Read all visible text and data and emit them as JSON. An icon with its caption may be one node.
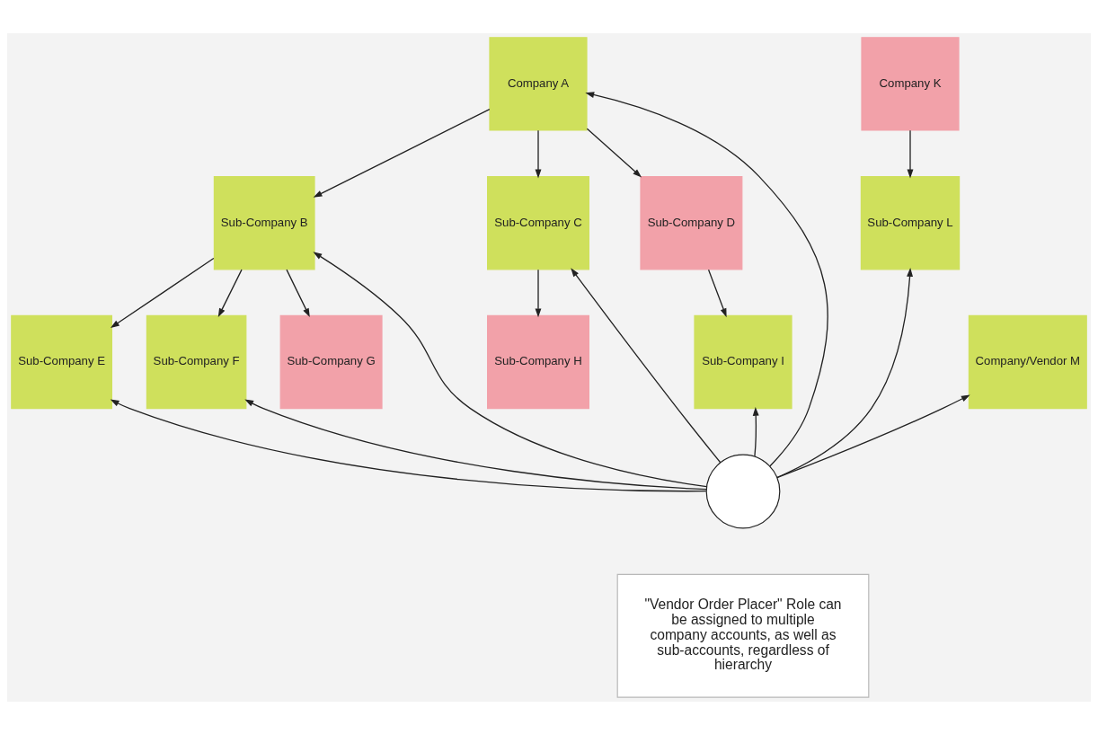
{
  "diagram": {
    "nodes": [
      {
        "text": [
          "Company A"
        ]
      },
      {
        "text": [
          "Company K"
        ]
      },
      {
        "text": [
          "Sub-Company B"
        ]
      },
      {
        "text": [
          "Sub-Company C"
        ]
      },
      {
        "text": [
          "Sub-Company D"
        ]
      },
      {
        "text": [
          "Sub-Company L"
        ]
      },
      {
        "text": [
          "Sub-Company E"
        ]
      },
      {
        "text": [
          "Sub-Company F"
        ]
      },
      {
        "text": [
          "Sub-Company G"
        ]
      },
      {
        "text": [
          "Sub-Company H"
        ]
      },
      {
        "text": [
          "Sub-Company I"
        ]
      },
      {
        "text": [
          "Company/Vendor M"
        ]
      },
      {
        "text": [],
        "shape": "person"
      },
      {
        "text": [
          "\"Vendor Order Placer\" Role can be assigned to multiple company accounts, as well as sub-accounts, regardless of hierarchy"
        ]
      }
    ],
    "edges": [
      {
        "from": 0,
        "to": 2,
        "arrow": "to"
      },
      {
        "from": 0,
        "to": 3,
        "arrow": "to"
      },
      {
        "from": 0,
        "to": 4,
        "arrow": "to"
      },
      {
        "from": 1,
        "to": 5,
        "arrow": "to"
      },
      {
        "from": 2,
        "to": 6,
        "arrow": "to"
      },
      {
        "from": 2,
        "to": 7,
        "arrow": "to"
      },
      {
        "from": 2,
        "to": 8,
        "arrow": "to"
      },
      {
        "from": 3,
        "to": 9,
        "arrow": "to"
      },
      {
        "from": 4,
        "to": 10,
        "arrow": "to"
      },
      {
        "from": 12,
        "to": 0,
        "arrow": "to"
      },
      {
        "from": 12,
        "to": 2,
        "arrow": "to"
      },
      {
        "from": 12,
        "to": 3,
        "arrow": "to"
      },
      {
        "from": 12,
        "to": 5,
        "arrow": "to"
      },
      {
        "from": 12,
        "to": 10,
        "arrow": "to"
      },
      {
        "from": 12,
        "to": 11,
        "arrow": "to"
      },
      {
        "from": 12,
        "to": 6,
        "arrow": "to"
      },
      {
        "from": 12,
        "to": 7,
        "arrow": "to"
      }
    ]
  }
}
